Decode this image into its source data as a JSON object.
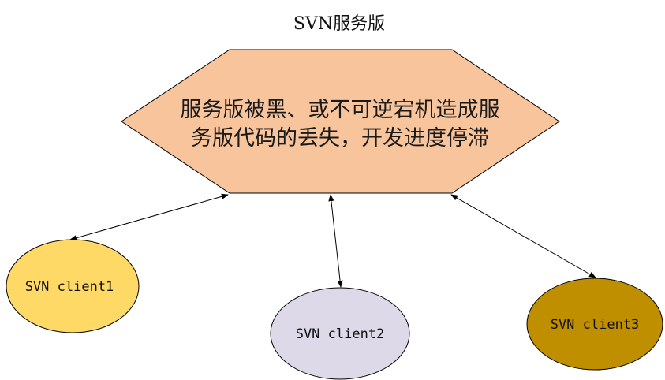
{
  "diagram": {
    "title": "SVN服务版",
    "server": {
      "text_line1": "服务版被黑、或不可逆宕机造成服",
      "text_line2": "务版代码的丢失，开发进度停滞",
      "fill_color": "#F8C49C"
    },
    "clients": [
      {
        "label": "SVN client1",
        "fill_color": "#FFD966"
      },
      {
        "label": "SVN client2",
        "fill_color": "#DDD9E8"
      },
      {
        "label": "SVN client3",
        "fill_color": "#BF8F00"
      }
    ],
    "connections": [
      {
        "from": "server",
        "to": "SVN client1",
        "arrows": "both"
      },
      {
        "from": "server",
        "to": "SVN client2",
        "arrows": "both"
      },
      {
        "from": "server",
        "to": "SVN client3",
        "arrows": "both"
      }
    ]
  }
}
